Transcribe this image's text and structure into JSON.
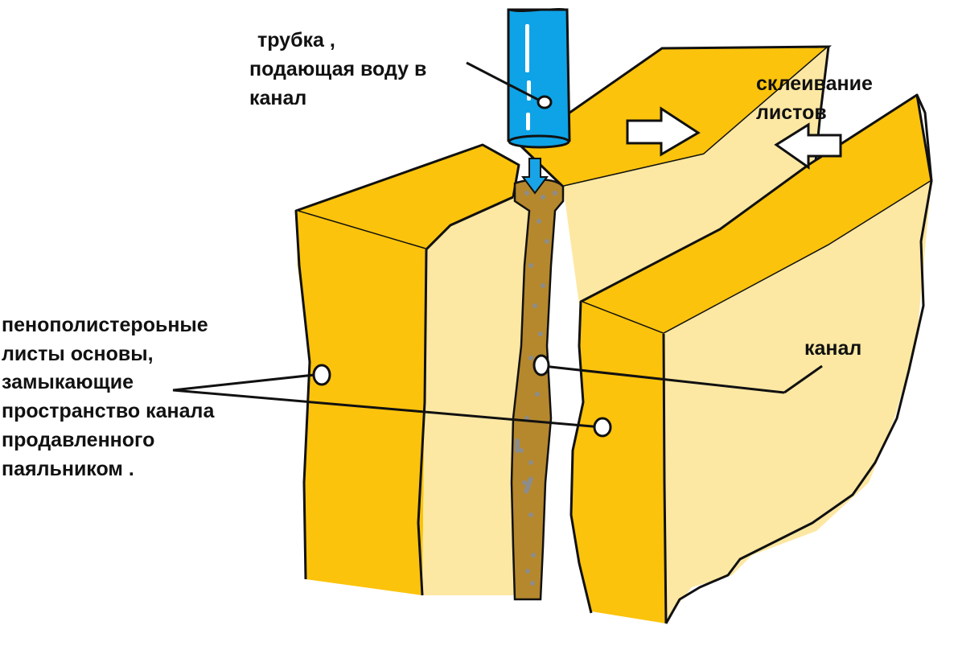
{
  "labels": {
    "tube": [
      "трубка ,",
      "подающая воду в",
      "канал"
    ],
    "gluing": [
      "склеивание",
      "листов"
    ],
    "channel": "канал",
    "sheets": [
      "пенополистероьные",
      "листы   основы,",
      "замыкающие",
      "пространство канала",
      "продавленного",
      "паяльником ."
    ]
  },
  "colors": {
    "sheet_face_dark": "#fbc30c",
    "sheet_face_light": "#fde8a3",
    "channel_fill": "#b5882d",
    "channel_dots": "#8c8c8c",
    "tube_blue": "#0ea3e6",
    "arrow_blue": "#18a4e6",
    "outline": "#111111"
  }
}
